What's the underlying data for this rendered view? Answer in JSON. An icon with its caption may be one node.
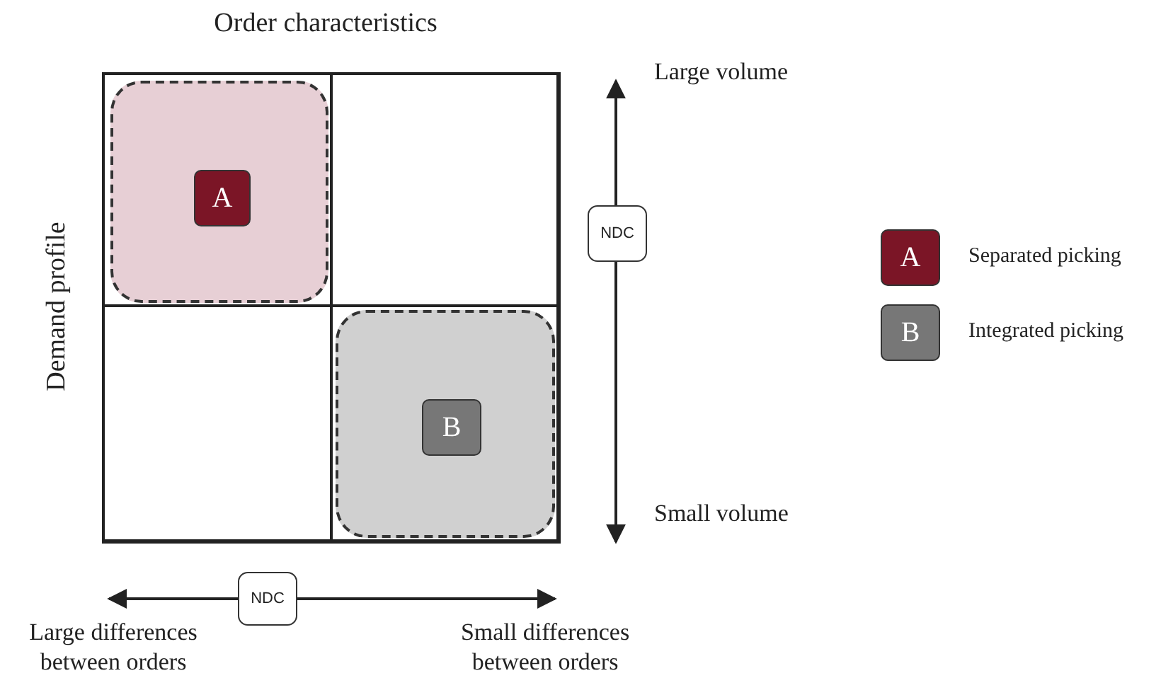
{
  "diagram": {
    "nodes": [
      {
        "text": [],
        "shape": "box"
      },
      {
        "text": [],
        "shape": "box"
      },
      {
        "text": [],
        "shape": "box"
      },
      {
        "text": [],
        "shape": "box"
      },
      {
        "text": [],
        "shape": "box",
        "in": 0
      },
      {
        "text": [
          "A"
        ],
        "in": 4
      },
      {
        "text": [],
        "shape": "box",
        "in": 3
      },
      {
        "text": [
          "B"
        ],
        "in": 6
      },
      {
        "text": [
          "NDC"
        ]
      },
      {
        "text": [
          "NDC"
        ]
      }
    ],
    "labels": [
      "Order characteristics",
      "Large volume",
      "Demand profile",
      "A",
      "B",
      "Small volume",
      "Large differences between orders",
      "Small differences between orders"
    ],
    "legend": [
      {
        "text": "Separated picking",
        "color": "#7b1526"
      },
      {
        "text": "Integrated picking",
        "color": "#777777"
      }
    ]
  }
}
